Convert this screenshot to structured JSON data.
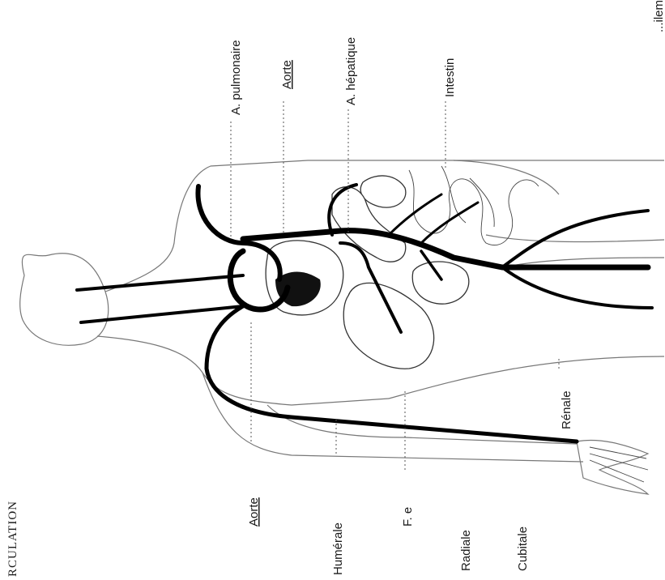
{
  "title": "RCULATION",
  "labels": {
    "a_pulmonaire": "A. pulmonaire",
    "aorte_top": "Aorte",
    "a_hepatique": "A. hépatique",
    "intestin": "Intestin",
    "renale": "Rénale",
    "aorte_left": "Aorte",
    "humerale": "Humérale",
    "foie": "F. e",
    "radiale": "Radiale",
    "cubitale": "Cubitale",
    "edge_word": "...ilem"
  }
}
